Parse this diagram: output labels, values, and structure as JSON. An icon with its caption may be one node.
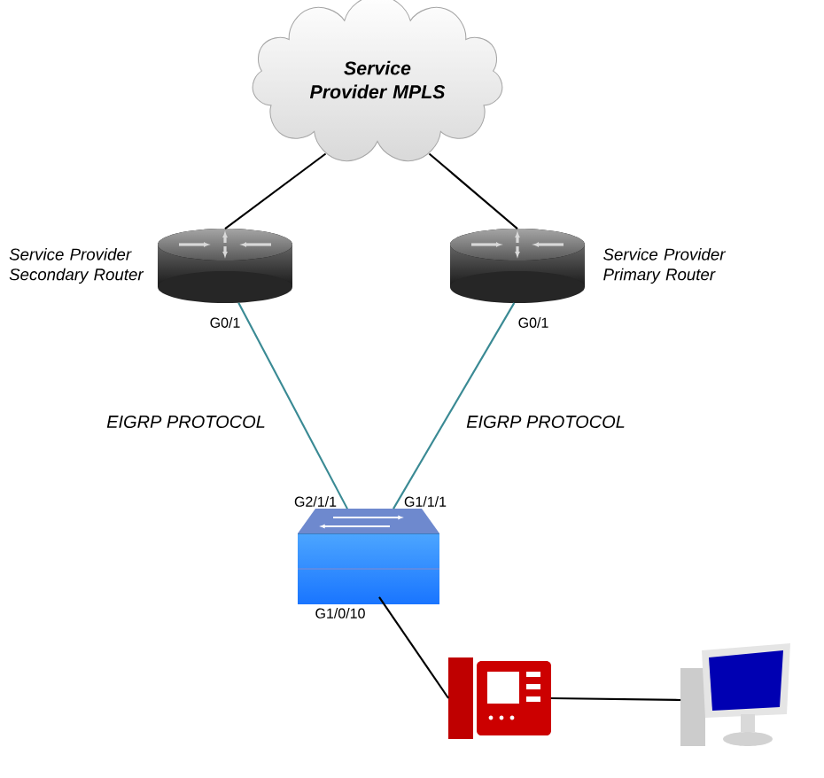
{
  "diagram": {
    "nodes": [
      {
        "text": [
          "Service Provider MPLS"
        ]
      },
      {
        "text": [],
        "shape": "cylinder",
        "beside": [
          "Service Provider Secondary Router",
          "G0/1"
        ]
      },
      {
        "text": [],
        "shape": "cylinder",
        "beside": [
          "Service Provider Primary Router",
          "G0/1"
        ]
      },
      {
        "text": [],
        "shape": "box",
        "beside": [
          "G2/1/1",
          "G1/1/1",
          "G1/0/10"
        ]
      },
      {
        "text": [],
        "shape": "picture"
      },
      {
        "text": [],
        "shape": "picture"
      }
    ],
    "edges": [
      {
        "from": 0,
        "to": 1,
        "arrow": "none"
      },
      {
        "from": 0,
        "to": 2,
        "arrow": "none"
      },
      {
        "from": 1,
        "to": 3,
        "arrow": "none",
        "label": "EIGRP PROTOCOL",
        "color": "#3a8a94"
      },
      {
        "from": 2,
        "to": 3,
        "arrow": "none",
        "label": "EIGRP PROTOCOL",
        "color": "#3a8a94"
      },
      {
        "from": 3,
        "to": 4,
        "arrow": "none"
      },
      {
        "from": 4,
        "to": 5,
        "arrow": "none"
      }
    ]
  }
}
